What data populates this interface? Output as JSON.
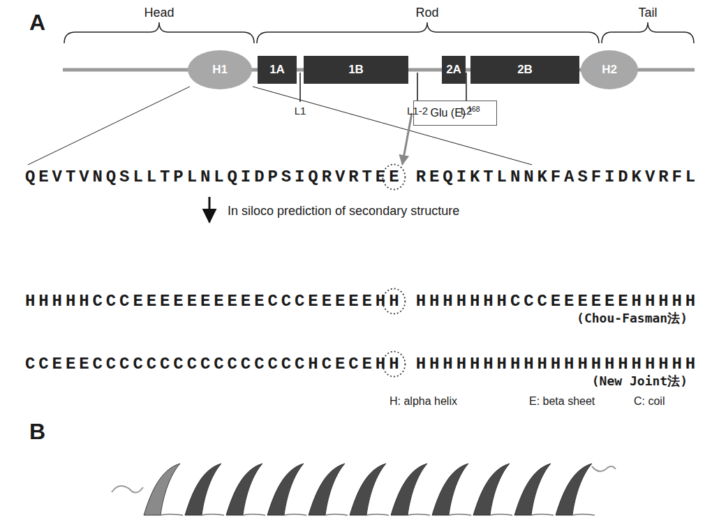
{
  "diagram": {
    "nodes": [
      {
        "text": [
          "H1"
        ]
      },
      {
        "text": [
          "1A"
        ]
      },
      {
        "text": [
          "1B"
        ]
      },
      {
        "text": [
          "2A"
        ]
      },
      {
        "text": [
          "2B"
        ]
      },
      {
        "text": [
          "H2"
        ]
      },
      {
        "text": [
          "Glu (E)",
          "168"
        ]
      }
    ],
    "labels": [
      "A",
      "Head",
      "Rod",
      "Tail",
      "L1",
      "L1-2",
      "L2",
      "QEVTVNQSLLTPLNLQIDPSIQRVRTEE REQIKTLNNKFASFIDKVRFL",
      "In siloco prediction of secondary structure",
      "HHHHHCCCEEEEEEEEEECCCEEEEEHH HHHHHHHCCCEEEEEEHHHHH",
      "(Chou-Fasman法)",
      "CCEEECCCCCCCCCCCCCCCCHCECEHH HHHHHHHHHHHHHHHHHHHHH",
      "(New Joint法)",
      "H: alpha helix",
      "E: beta sheet",
      "C: coil",
      "B"
    ]
  }
}
